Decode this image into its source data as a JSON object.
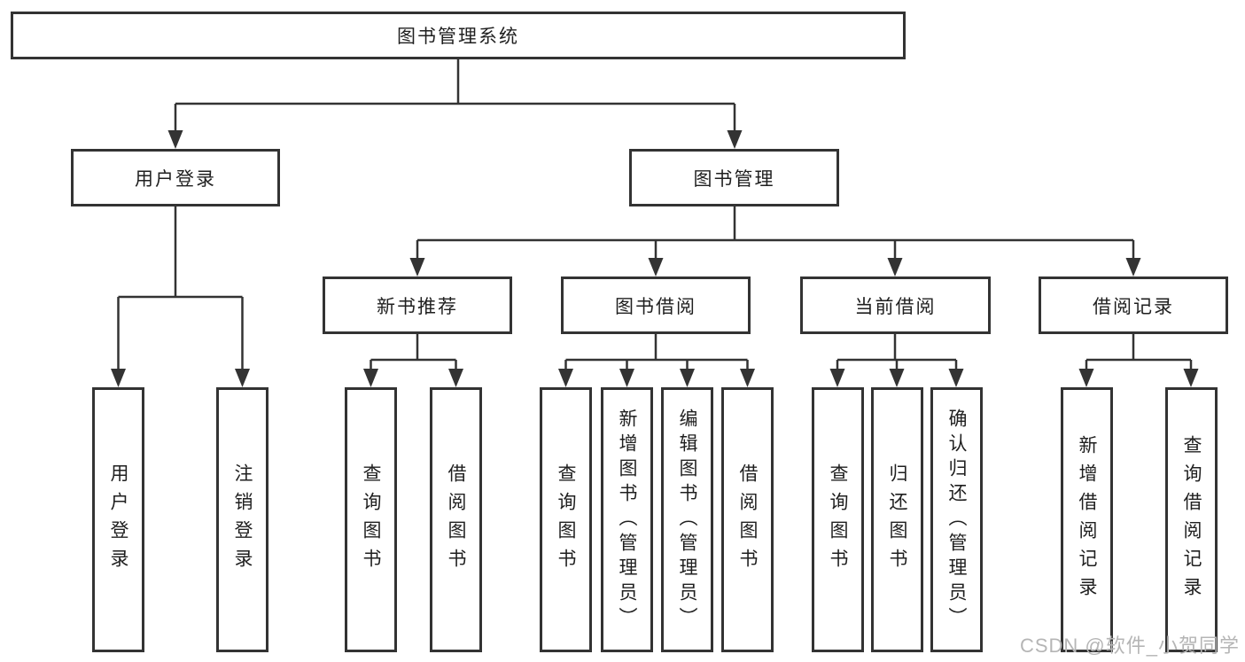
{
  "colors": {
    "line": "#333333",
    "box_border": "#333333",
    "text": "#1f1f1f",
    "watermark": "#b5b5b5",
    "background": "#ffffff"
  },
  "watermark": {
    "text": "CSDN @软件_小贺同学"
  },
  "tree": {
    "root": {
      "label": "图书管理系统"
    },
    "user_login": {
      "label": "用户登录",
      "children": [
        {
          "label": "用户登录"
        },
        {
          "label": "注销登录"
        }
      ]
    },
    "book_mgmt": {
      "label": "图书管理",
      "sections": [
        {
          "label": "新书推荐",
          "children": [
            {
              "label": "查询图书"
            },
            {
              "label": "借阅图书"
            }
          ]
        },
        {
          "label": "图书借阅",
          "children": [
            {
              "label": "查询图书"
            },
            {
              "label": "新增图书（管理员）"
            },
            {
              "label": "编辑图书（管理员）"
            },
            {
              "label": "借阅图书"
            }
          ]
        },
        {
          "label": "当前借阅",
          "children": [
            {
              "label": "查询图书"
            },
            {
              "label": "归还图书"
            },
            {
              "label": "确认归还（管理员）"
            }
          ]
        },
        {
          "label": "借阅记录",
          "children": [
            {
              "label": "新增借阅记录"
            },
            {
              "label": "查询借阅记录"
            }
          ]
        }
      ]
    }
  }
}
